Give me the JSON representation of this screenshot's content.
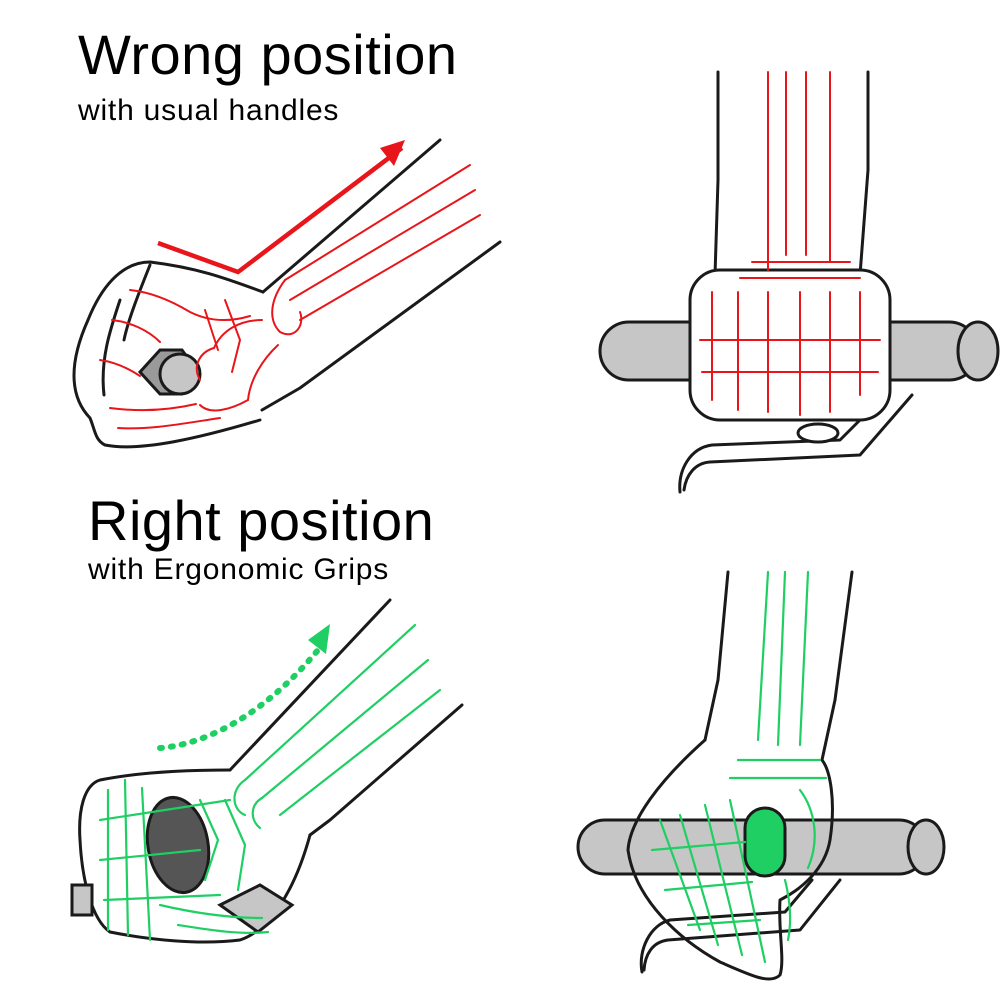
{
  "wrong": {
    "title": "Wrong position",
    "subtitle": "with usual handles"
  },
  "right": {
    "title": "Right position",
    "subtitle": "with Ergonomic Grips"
  },
  "colors": {
    "wrong_accent": "#e8161a",
    "right_accent": "#1fcf63",
    "handle_fill": "#c6c6c6",
    "ergonomic_grip_dark": "#555555",
    "ergonomic_grip_green": "#1fcf63"
  }
}
